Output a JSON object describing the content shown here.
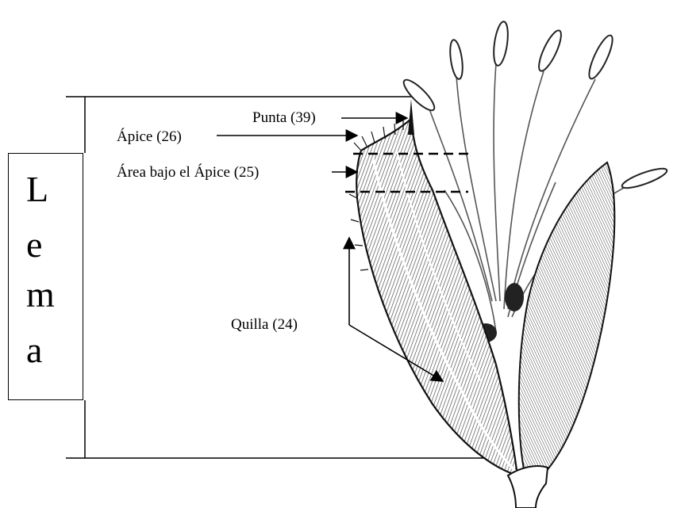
{
  "diagram": {
    "side_label_letters": [
      "L",
      "e",
      "m",
      "a"
    ],
    "annotations": {
      "punta": "Punta (39)",
      "apice": "Ápice (26)",
      "area_bajo_apice": "Área bajo el Ápice (25)",
      "quilla": "Quilla (24)"
    }
  }
}
